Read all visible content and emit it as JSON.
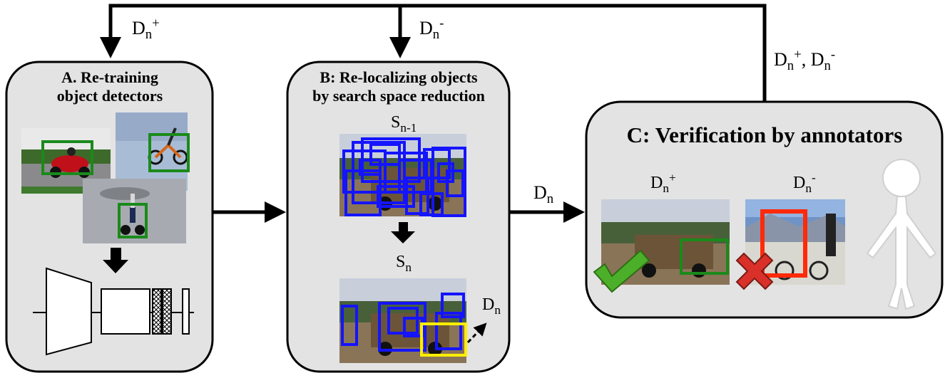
{
  "panels": {
    "a": {
      "title_line1": "A.  Re-training",
      "title_line2": "object detectors"
    },
    "b": {
      "title_line1": "B: Re-localizing objects",
      "title_line2": "by search space reduction"
    },
    "c": {
      "title": "C: Verification by annotators"
    }
  },
  "labels": {
    "dn_plus_top": {
      "base": "D",
      "sub": "n",
      "sup": "+"
    },
    "dn_minus_top": {
      "base": "D",
      "sub": "n",
      "sup": "-"
    },
    "dn_both_top": {
      "base1": "D",
      "sub1": "n",
      "sup1": "+",
      "sep": ", ",
      "base2": "D",
      "sub2": "n",
      "sup2": "-"
    },
    "s_prev": {
      "base": "S",
      "sub": "n-1"
    },
    "s_curr": {
      "base": "S",
      "sub": "n"
    },
    "dn_out_b": {
      "base": "D",
      "sub": "n"
    },
    "dn_between": {
      "base": "D",
      "sub": "n"
    },
    "dn_plus_c": {
      "base": "D",
      "sub": "n",
      "sup": "+"
    },
    "dn_minus_c": {
      "base": "D",
      "sub": "n",
      "sup": "-"
    }
  },
  "colors": {
    "panel_fill": "#e3e3e3",
    "green_box": "#1a8a1a",
    "blue_box": "#1414ff",
    "yellow_box": "#ffee00",
    "red_box": "#ff2a0a",
    "check": "#4caf2a",
    "cross": "#d9302a"
  },
  "icons": [
    "down-arrow-icon",
    "check-icon",
    "cross-icon",
    "person-icon",
    "cnn-icon"
  ]
}
